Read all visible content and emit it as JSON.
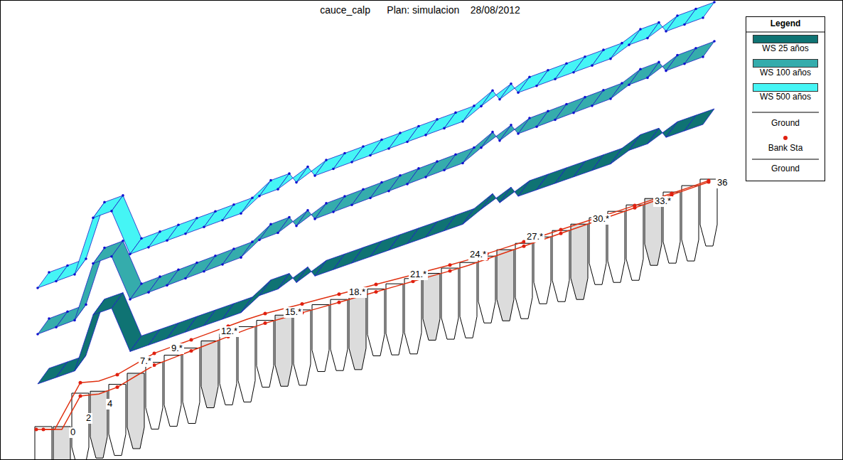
{
  "diagram": {
    "title": "cauce_calp      Plan: simulacion    28/08/2012",
    "labels": [
      "0",
      "2",
      "4",
      "7.*",
      "9.*",
      "12.*",
      "15.*",
      "18.*",
      "21.*",
      "24.*",
      "27.*",
      "30.*",
      "33.*",
      "36",
      "Legend"
    ],
    "legend": [
      {
        "text": "WS 25 años",
        "color": "#0f7373"
      },
      {
        "text": "WS 100 años",
        "color": "#35acac"
      },
      {
        "text": "WS 500 años",
        "color": "#45f5f5"
      },
      {
        "text": "Ground"
      },
      {
        "text": "Bank Sta"
      },
      {
        "text": "Ground"
      }
    ]
  }
}
